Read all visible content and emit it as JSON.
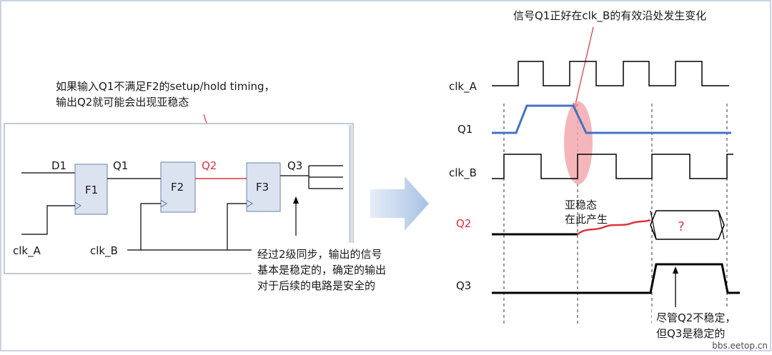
{
  "left": {
    "note_top": [
      "如果输入Q1不满足F2的setup/hold timing，",
      "输出Q2就可能会出现亚稳态"
    ],
    "signals": {
      "d1": "D1",
      "q1": "Q1",
      "q2": "Q2",
      "q3": "Q3",
      "clk_a": "clk_A",
      "clk_b": "clk_B"
    },
    "flops": {
      "f1": "F1",
      "f2": "F2",
      "f3": "F3"
    },
    "note_bottom": [
      "经过2级同步，输出的信号",
      "基本是稳定的，确定的输出",
      "对于后续的电路是安全的"
    ]
  },
  "right": {
    "note_top": "信号Q1正好在clk_B的有效沿处发生变化",
    "labels": {
      "clk_a": "clk_A",
      "q1": "Q1",
      "clk_b": "clk_B",
      "q2": "Q2",
      "q3": "Q3"
    },
    "meta_note": [
      "亚稳态",
      "在此产生"
    ],
    "unknown": "?",
    "note_bottom": [
      "尽管Q2不稳定，",
      "但Q3是稳定的"
    ]
  },
  "watermark": "bbs.eetop.cn",
  "colors": {
    "q1_wave": "#4472c4",
    "q2_accent": "#e0323c",
    "flop_fill": "#dbe3f1",
    "meta_fill": "#f3a4aa",
    "arrow_fill": "#bcd0ea"
  }
}
